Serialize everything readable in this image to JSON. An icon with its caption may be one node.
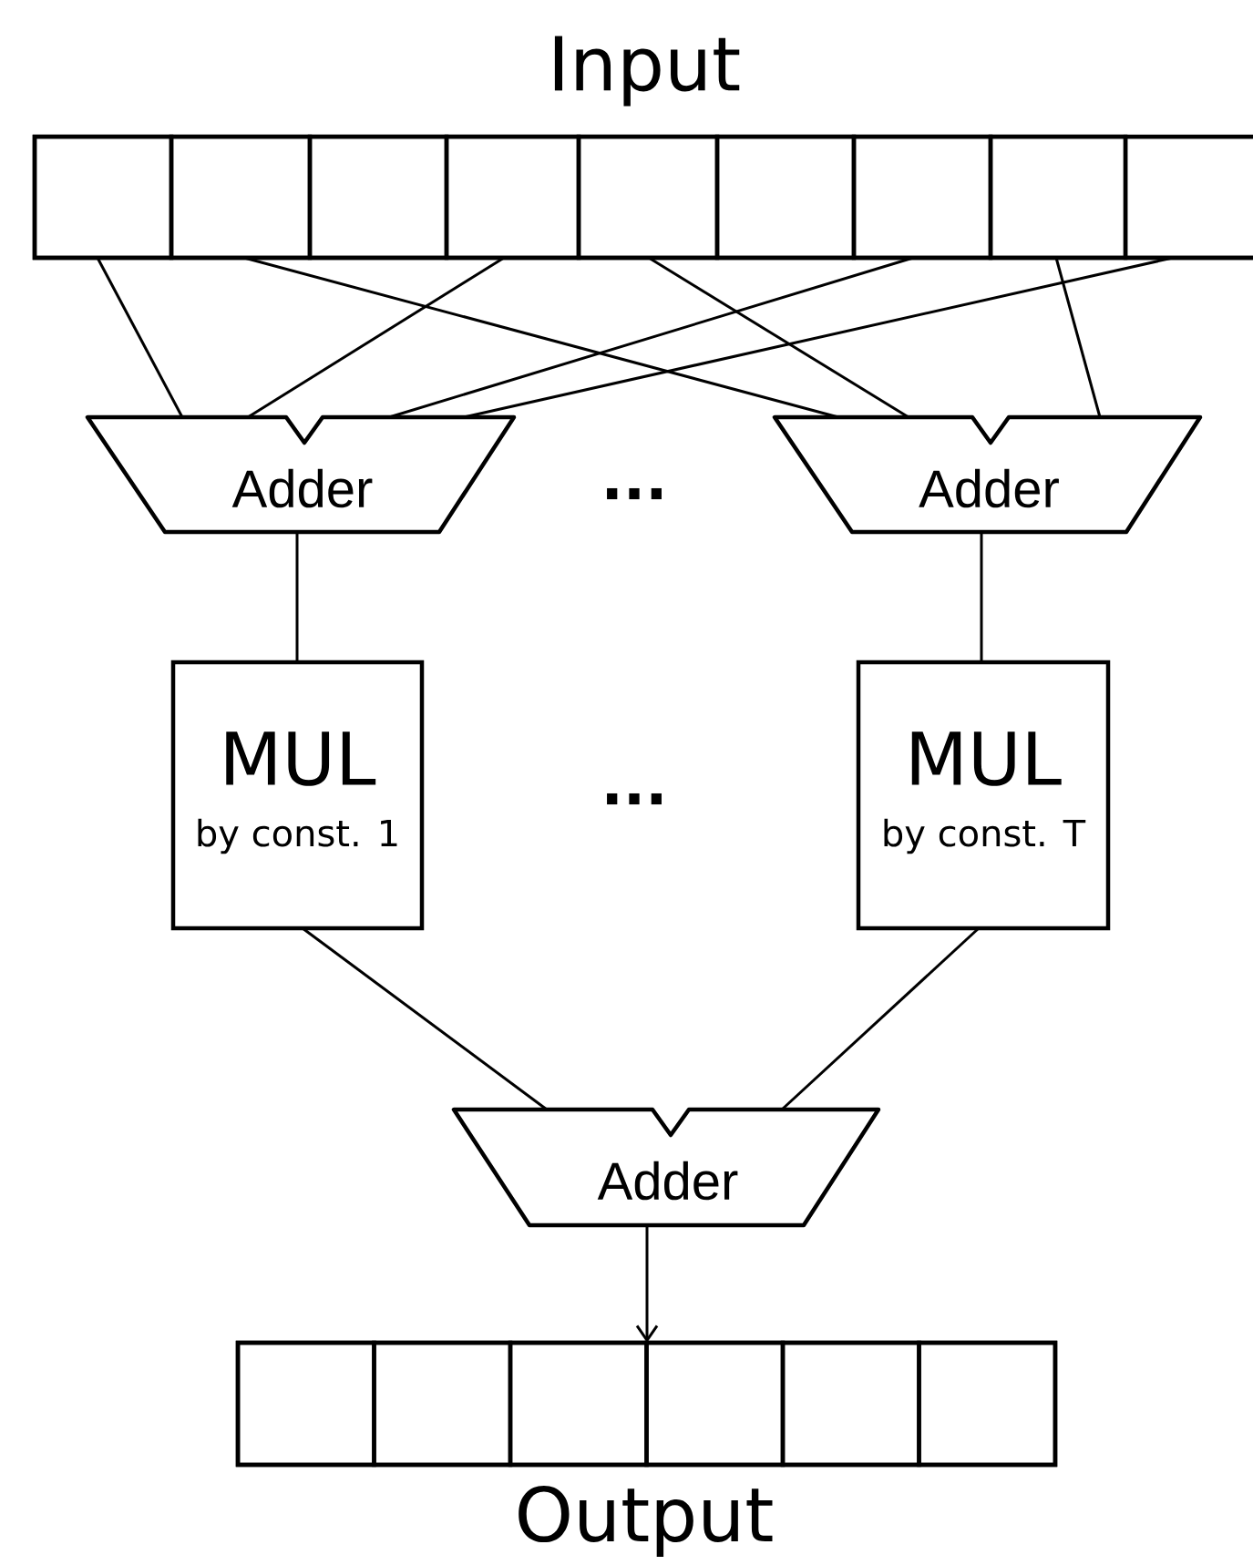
{
  "diagram": {
    "nodes": [
      {
        "text": [
          "Input"
        ]
      },
      {
        "text": [],
        "shape": "box",
        "in": 0
      },
      {
        "text": [],
        "shape": "box",
        "in": 0
      },
      {
        "text": [],
        "shape": "box",
        "in": 0
      },
      {
        "text": [],
        "shape": "box",
        "in": 0
      },
      {
        "text": [],
        "shape": "box",
        "in": 0
      },
      {
        "text": [],
        "shape": "box",
        "in": 0
      },
      {
        "text": [],
        "shape": "box",
        "in": 0
      },
      {
        "text": [],
        "shape": "box",
        "in": 0
      },
      {
        "text": [],
        "shape": "box",
        "in": 0
      },
      {
        "text": [
          "Adder"
        ]
      },
      {
        "text": [
          "Adder"
        ]
      },
      {
        "text": [
          "MUL",
          "by const. 1"
        ]
      },
      {
        "text": [
          "MUL",
          "by const. T"
        ]
      },
      {
        "text": [
          "Adder"
        ]
      },
      {
        "text": [
          "Output"
        ]
      },
      {
        "text": [],
        "shape": "box",
        "in": 15
      },
      {
        "text": [],
        "shape": "box",
        "in": 15
      },
      {
        "text": [],
        "shape": "box",
        "in": 15
      },
      {
        "text": [],
        "shape": "box",
        "in": 15
      },
      {
        "text": [],
        "shape": "box",
        "in": 15
      },
      {
        "text": [],
        "shape": "box",
        "in": 15
      }
    ],
    "edges": [
      {
        "from": 1,
        "to": 10,
        "arrow": "none"
      },
      {
        "from": 2,
        "to": 11,
        "arrow": "none"
      },
      {
        "from": 4,
        "to": 10,
        "arrow": "none"
      },
      {
        "from": 5,
        "to": 11,
        "arrow": "none"
      },
      {
        "from": 7,
        "to": 10,
        "arrow": "none"
      },
      {
        "from": 8,
        "to": 11,
        "arrow": "none"
      },
      {
        "from": 9,
        "to": 10,
        "arrow": "none"
      },
      {
        "from": 10,
        "to": 12,
        "arrow": "none"
      },
      {
        "from": 11,
        "to": 13,
        "arrow": "none"
      },
      {
        "from": 12,
        "to": 14,
        "arrow": "none"
      },
      {
        "from": 13,
        "to": 14,
        "arrow": "none"
      },
      {
        "from": 14,
        "to": 15,
        "arrow": "to"
      }
    ],
    "labels": [
      "...",
      "..."
    ]
  }
}
